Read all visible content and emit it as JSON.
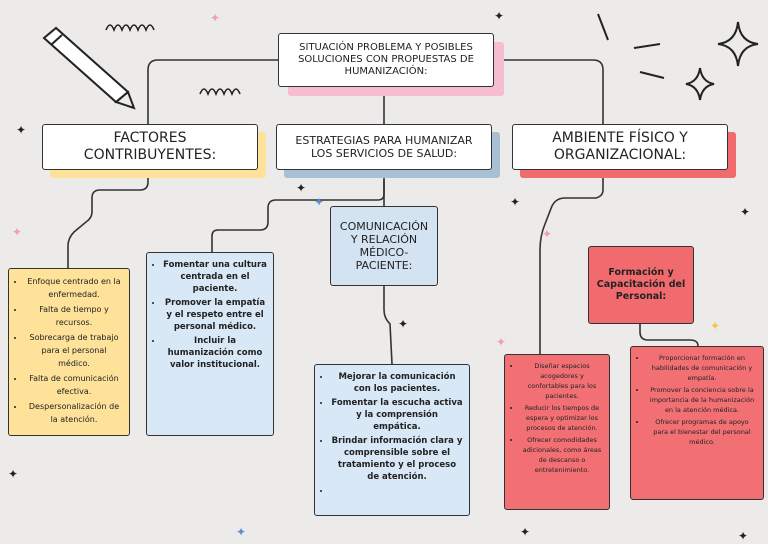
{
  "title": "SITUACIÓN PROBLEMA Y POSIBLES SOLUCIONES CON PROPUESTAS DE HUMANIZACIÓN:",
  "branches": {
    "factores": {
      "heading": "FACTORES CONTRIBUYENTES:",
      "items": [
        "Enfoque centrado en la enfermedad.",
        "Falta de tiempo y recursos.",
        "Sobrecarga de trabajo para el personal médico.",
        "Falta de comunicación efectiva.",
        "Despersonalización de la atención."
      ]
    },
    "estrategias": {
      "heading": "ESTRATEGIAS PARA HUMANIZAR LOS SERVICIOS DE SALUD:",
      "items": [
        "Fomentar una cultura centrada en el paciente.",
        "Promover la empatía y el respeto entre el personal médico.",
        "Incluir la humanización como valor institucional."
      ],
      "sub": {
        "heading": "COMUNICACIÓN Y RELACIÓN MÉDICO-PACIENTE:",
        "items": [
          "Mejorar la comunicación con los pacientes.",
          "Fomentar la escucha activa y la comprensión empática.",
          "Brindar información clara y comprensible sobre el tratamiento y el proceso de atención.",
          ""
        ]
      }
    },
    "ambiente": {
      "heading": "AMBIENTE FÍSICO Y ORGANIZACIONAL:",
      "items": [
        "Diseñar espacios acogedores y confortables para los pacientes.",
        "Reducir los tiempos de espera y optimizar los procesos de atención.",
        "Ofrecer comodidades adicionales, como áreas de descanso o entretenimiento."
      ],
      "sub": {
        "heading": "Formación y Capacitación del Personal:",
        "items": [
          "Proporcionar formación en habilidades de comunicación y empatía.",
          "Promover la conciencia sobre la importancia de la humanización en la atención médica.",
          "Ofrecer programas de apoyo para el bienestar del personal médico."
        ]
      }
    }
  },
  "colors": {
    "background": "#ecebe9",
    "yellow": "#ffe29a",
    "blue": "#a9bfd6",
    "red": "#f16b6e",
    "pink": "#f6bcd0",
    "lightblue": "#d8e8f6"
  },
  "decorations": [
    "pencil-icon",
    "sparkle-icon",
    "loop-doodle-icon",
    "star-icon"
  ]
}
